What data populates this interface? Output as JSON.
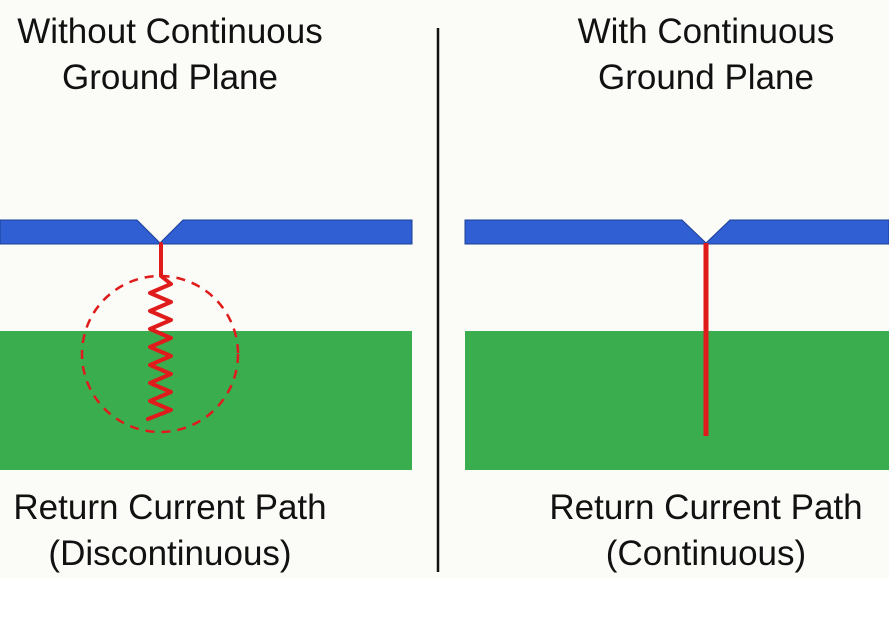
{
  "left_panel": {
    "title_line1": "Without Continuous",
    "title_line2": "Ground Plane",
    "caption_line1": "Return Current Path",
    "caption_line2": "(Discontinuous)"
  },
  "right_panel": {
    "title_line1": "With Continuous",
    "title_line2": "Ground Plane",
    "caption_line1": "Return Current Path",
    "caption_line2": "(Continuous)"
  },
  "colors": {
    "signal_trace": "#2f5fd2",
    "ground_plane": "#3aad4f",
    "return_current": "#e01b1b",
    "divider": "#111111",
    "text": "#111111"
  }
}
